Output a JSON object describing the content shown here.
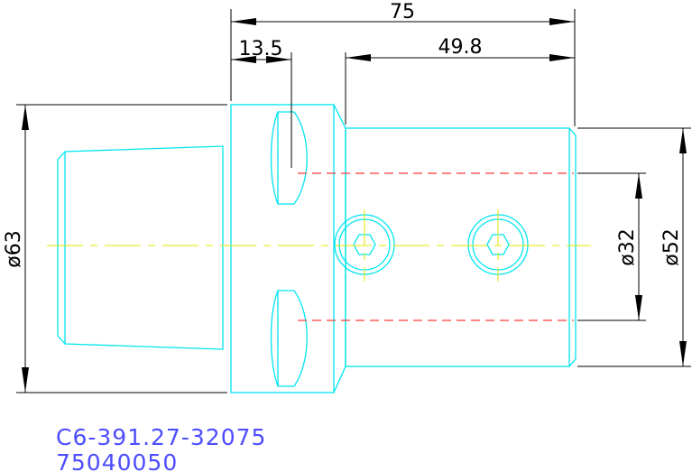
{
  "dimensions": {
    "overall_length": "75",
    "flange_length": "13.5",
    "body_length": "49.8",
    "flange_diameter": "ø63",
    "bore_diameter": "ø32",
    "body_diameter": "ø52"
  },
  "part": {
    "code": "C6-391.27-32075",
    "number": "75040050"
  },
  "colors": {
    "outline": "#00e5f0",
    "dimension": "#000000",
    "centerline": "#e6e600",
    "hidden_line": "#ff3b3b",
    "part_text": "#4d4dff"
  }
}
